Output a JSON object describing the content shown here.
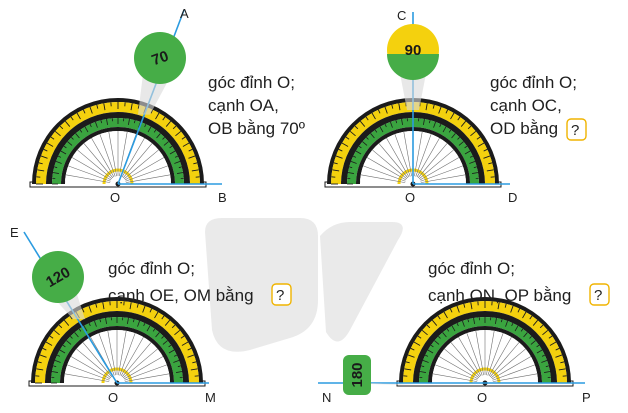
{
  "colors": {
    "ray": "#2b9be0",
    "ring_black": "#1b1b1b",
    "ring_yellow": "#f4d10e",
    "ring_green": "#3aa43f",
    "inner_green": "#36a043",
    "magnifier_green": "#46ad47",
    "magnifier_yellow": "#f4d10e",
    "answer_box": "#f0b400",
    "watermark": "#dcdcdc"
  },
  "panels": [
    {
      "id": "panel-1",
      "points": {
        "vertex": "O",
        "ray_end": "A",
        "base_end": "B"
      },
      "angle_deg": 70,
      "magnifier_reading": "70",
      "text_lines": [
        "góc đỉnh O;",
        "cạnh OA,",
        "OB bằng 70º"
      ],
      "has_answer_box": false
    },
    {
      "id": "panel-2",
      "points": {
        "vertex": "O",
        "ray_end": "C",
        "base_end": "D"
      },
      "angle_deg": 90,
      "magnifier_reading": "90",
      "text_lines": [
        "góc đỉnh O;",
        "cạnh OC,",
        "OD bằng"
      ],
      "has_answer_box": true,
      "answer_placeholder": "?"
    },
    {
      "id": "panel-3",
      "points": {
        "vertex": "O",
        "ray_end": "E",
        "base_end": "M"
      },
      "angle_deg": 120,
      "magnifier_reading": "120",
      "text_lines": [
        "góc đỉnh O;",
        "cạnh OE, OM bằng"
      ],
      "has_answer_box": true,
      "answer_placeholder": "?"
    },
    {
      "id": "panel-4",
      "points": {
        "vertex": "O",
        "ray_end": "N",
        "base_end": "P"
      },
      "angle_deg": 180,
      "magnifier_reading": "180",
      "text_lines": [
        "góc đỉnh O;",
        "cạnh ON, OP bằng"
      ],
      "has_answer_box": true,
      "answer_placeholder": "?"
    }
  ]
}
